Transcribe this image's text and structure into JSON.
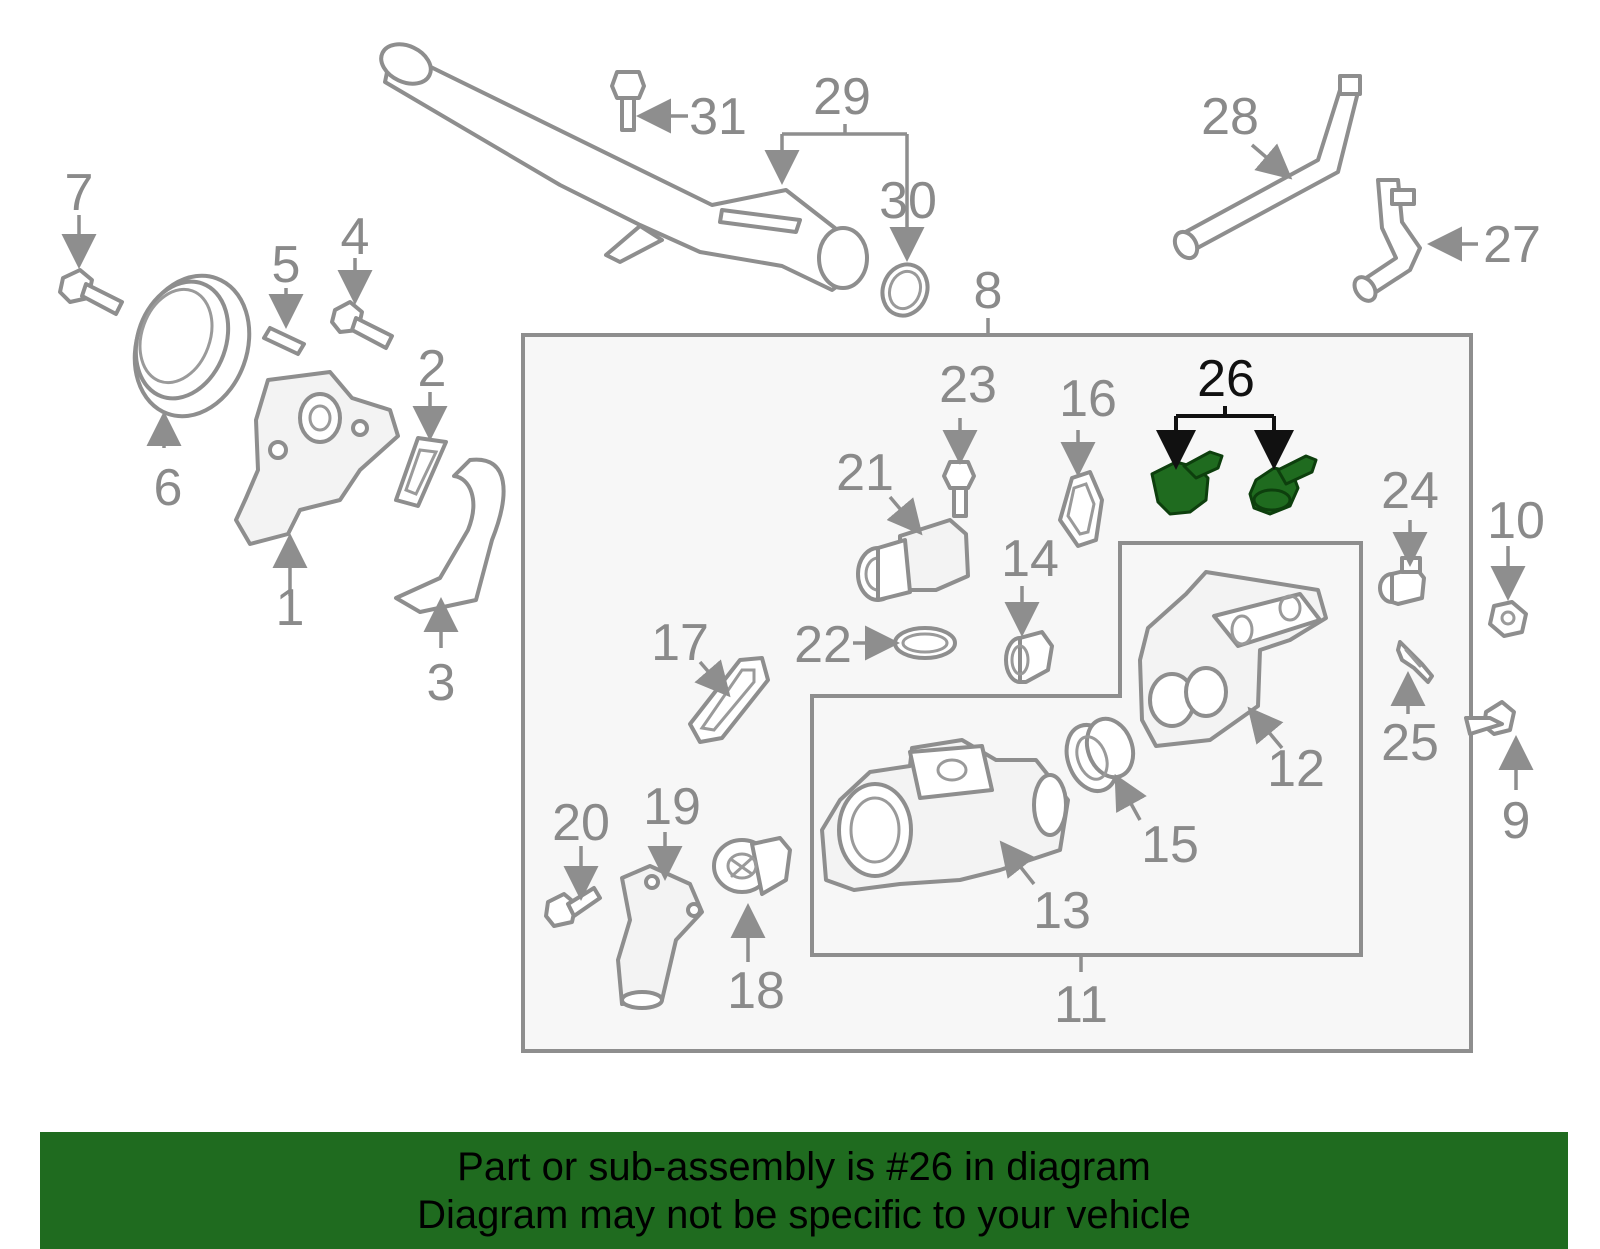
{
  "callouts": {
    "c1": "1",
    "c2": "2",
    "c3": "3",
    "c4": "4",
    "c5": "5",
    "c6": "6",
    "c7": "7",
    "c8": "8",
    "c9": "9",
    "c10": "10",
    "c11": "11",
    "c12": "12",
    "c13": "13",
    "c14": "14",
    "c15": "15",
    "c16": "16",
    "c17": "17",
    "c18": "18",
    "c19": "19",
    "c20": "20",
    "c21": "21",
    "c22": "22",
    "c23": "23",
    "c24": "24",
    "c25": "25",
    "c26": "26",
    "c27": "27",
    "c28": "28",
    "c29": "29",
    "c30": "30",
    "c31": "31"
  },
  "highlight": {
    "part_number": "26",
    "color": "#1f6b1f"
  },
  "banner": {
    "line1": "Part or sub-assembly is #26 in diagram",
    "line2": "Diagram may not be specific to your vehicle",
    "background": "#1f6b1f"
  }
}
